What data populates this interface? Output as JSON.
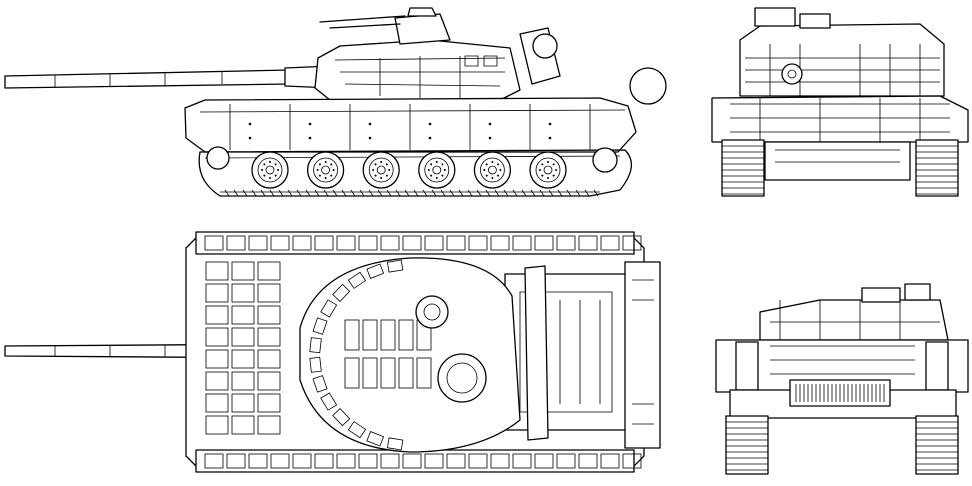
{
  "drawing": {
    "colors": {
      "line": "#000000",
      "background": "#ffffff"
    },
    "views": [
      {
        "id": "side-view",
        "road_wheels": 6
      },
      {
        "id": "front-view"
      },
      {
        "id": "top-view"
      },
      {
        "id": "rear-view"
      }
    ]
  }
}
